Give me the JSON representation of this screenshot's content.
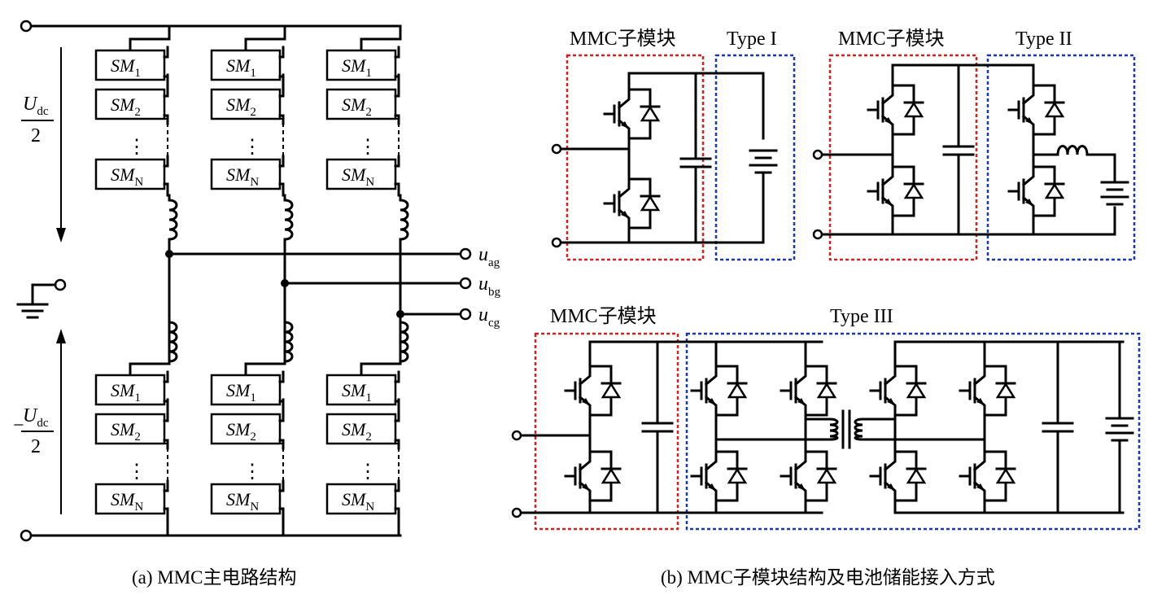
{
  "left_panel": {
    "caption": "(a) MMC主电路结构",
    "sm_base": "SM",
    "sm_subscripts": [
      "1",
      "2",
      "N"
    ],
    "ellipsis": "⋮",
    "upper_voltage": {
      "sign": "",
      "numerator": "U",
      "numerator_sub": "dc",
      "denominator": "2"
    },
    "lower_voltage": {
      "sign": "−",
      "numerator": "U",
      "numerator_sub": "dc",
      "denominator": "2"
    },
    "outputs": [
      {
        "base": "u",
        "sub": "ag"
      },
      {
        "base": "u",
        "sub": "bg"
      },
      {
        "base": "u",
        "sub": "cg"
      }
    ]
  },
  "right_panel": {
    "caption": "(b) MMC子模块结构及电池储能接入方式",
    "submodule_label": "MMC子模块",
    "type1_label": "Type I",
    "type2_label": "Type II",
    "type3_label": "Type III"
  },
  "colors": {
    "submodule_box": "#d62020",
    "type_box": "#1a36b8"
  }
}
